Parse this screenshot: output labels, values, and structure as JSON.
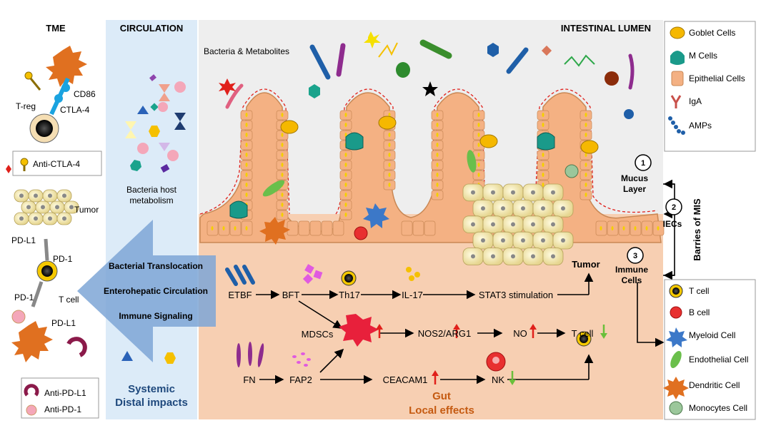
{
  "tme": {
    "title": "TME",
    "treg_label": "T-reg",
    "cd86_label": "CD86",
    "ctla4_label": "CTLA-4",
    "anti_ctla4_label": "Anti-CTLA-4",
    "tumor_label": "Tumor",
    "pdl1_top_label": "PD-L1",
    "pd1_top_label": "PD-1",
    "pd1_left_label": "PD-1",
    "tcell_label": "T cell",
    "pdl1_bottom_label": "PD-L1",
    "anti_pdl1_label": "Anti-PD-L1",
    "anti_pd1_label": "Anti-PD-1"
  },
  "circulation": {
    "title": "CIRCULATION",
    "metabolism_label": "Bacteria host\nmetabolism",
    "systemic_label": "Systemic\nDistal impacts"
  },
  "arrow_labels": [
    "Bacterial Translocation",
    "Enterohepatic Circulation",
    "Immune Signaling"
  ],
  "lumen": {
    "title": "INTESTINAL LUMEN",
    "bacteria_label": "Bacteria & Metabolites"
  },
  "pathway": {
    "etbf": "ETBF",
    "bft": "BFT",
    "th17": "Th17",
    "il17": "IL-17",
    "stat3": "STAT3 stimulation",
    "tumor": "Tumor",
    "mdscs": "MDSCs",
    "nos2": "NOS2/ARG1",
    "no": "NO",
    "tcell": "T cell",
    "fn": "FN",
    "fap2": "FAP2",
    "ceacam1": "CEACAM1",
    "nk": "NK"
  },
  "gut_label": "Gut",
  "local_label": "Local effects",
  "barriers": {
    "title": "Barries of MIS",
    "items": [
      {
        "num": "1",
        "label": "Mucus\nLayer"
      },
      {
        "num": "2",
        "label": "IECs"
      },
      {
        "num": "3",
        "label": "Immune\nCells"
      }
    ]
  },
  "legend_top": [
    {
      "label": "Goblet Cells",
      "icon": "goblet-cell-icon"
    },
    {
      "label": "M Cells",
      "icon": "m-cell-icon"
    },
    {
      "label": "Epithelial Cells",
      "icon": "epithelial-cell-icon"
    },
    {
      "label": "IgA",
      "icon": "iga-icon"
    },
    {
      "label": "AMPs",
      "icon": "amps-icon"
    }
  ],
  "legend_bottom": [
    {
      "label": "T cell",
      "icon": "t-cell-icon"
    },
    {
      "label": "B cell",
      "icon": "b-cell-icon"
    },
    {
      "label": "Myeloid Cell",
      "icon": "myeloid-cell-icon"
    },
    {
      "label": "Endothelial Cell",
      "icon": "endothelial-cell-icon"
    },
    {
      "label": "Dendritic Cell",
      "icon": "dendritic-cell-icon"
    },
    {
      "label": "Monocytes Cell",
      "icon": "monocyte-cell-icon"
    }
  ],
  "colors": {
    "circulation_bg": "#dcebf8",
    "gut_bg": "#f7cfb2",
    "lumen_bg": "#eeeeee",
    "arrow": "#7ea6d6",
    "epithelial": "#f4b183",
    "goblet": "#f5b800",
    "m_cell": "#1a9a8a",
    "up_arrow": "#e0201b",
    "down_arrow": "#6abf3a",
    "gut_text": "#c55a11",
    "systemic_text": "#1f497d"
  }
}
